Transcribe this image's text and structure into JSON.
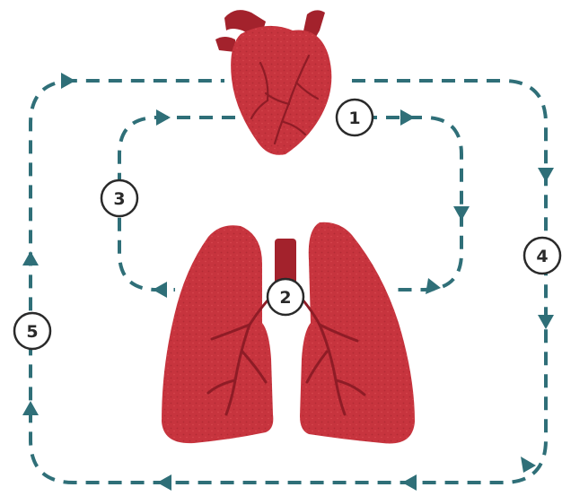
{
  "colors": {
    "flow": "#2f6f78",
    "organ": "#c7343e",
    "organ_dark": "#8e1c26",
    "vessel": "#9a1f29",
    "label_ring": "#2a2a2a",
    "label_bg": "#ffffff"
  },
  "icons": {
    "heart": "heart-icon",
    "lungs": "lungs-icon"
  },
  "steps": [
    {
      "id": "step-1",
      "label": "1"
    },
    {
      "id": "step-2",
      "label": "2"
    },
    {
      "id": "step-3",
      "label": "3"
    },
    {
      "id": "step-4",
      "label": "4"
    },
    {
      "id": "step-5",
      "label": "5"
    }
  ]
}
